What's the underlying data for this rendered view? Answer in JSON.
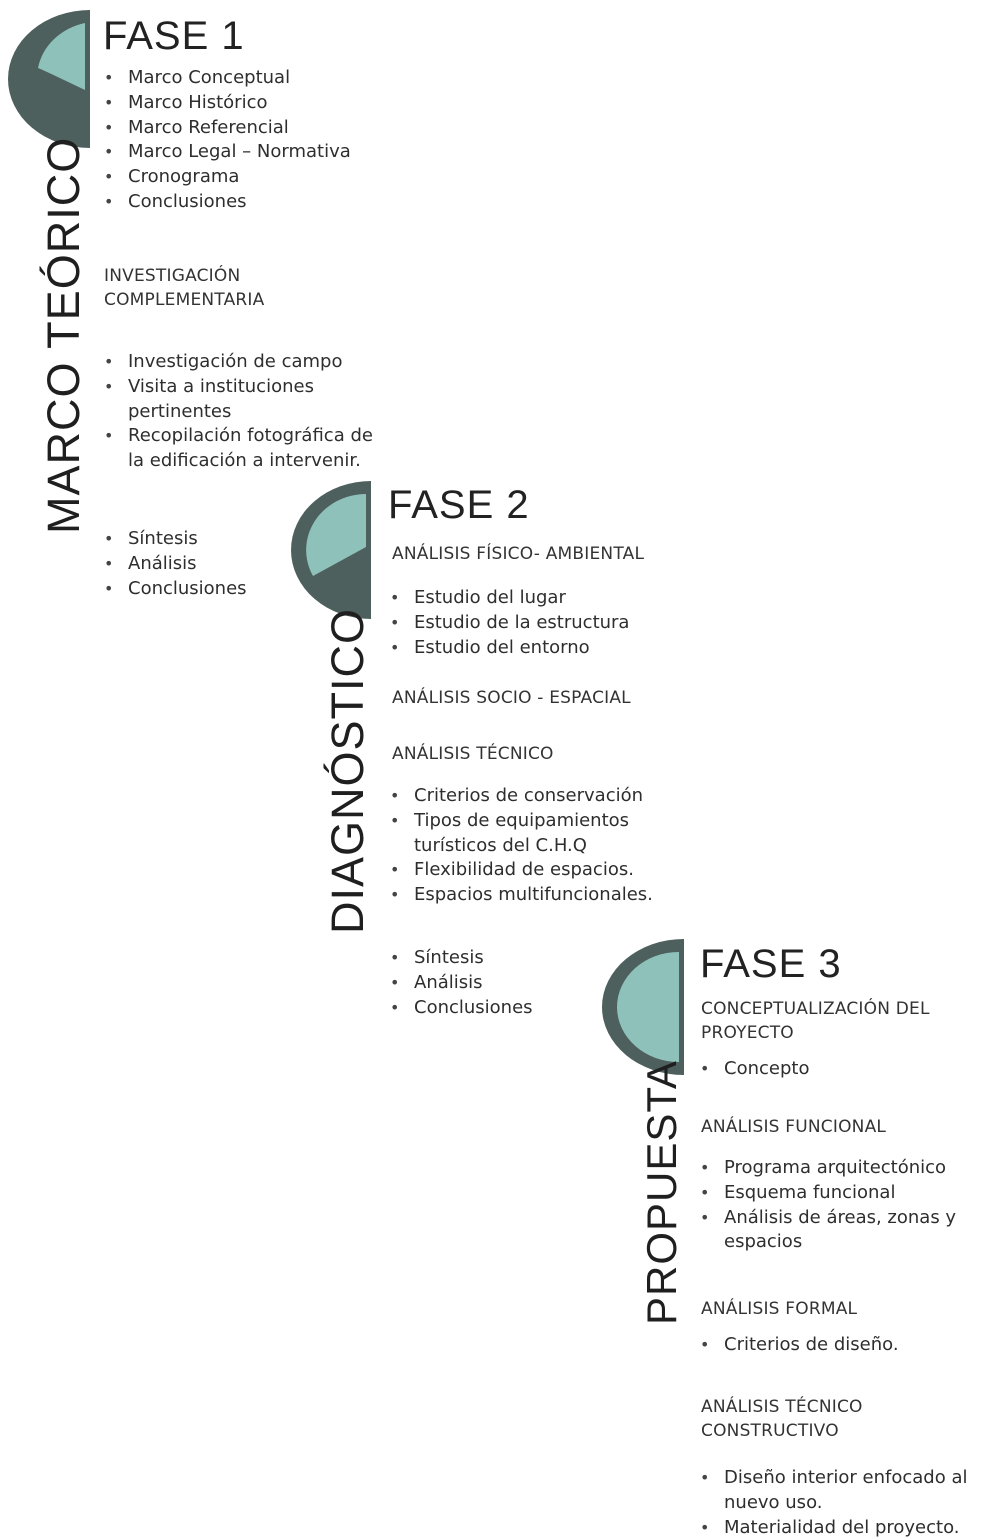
{
  "phases": [
    {
      "title": "FASE 1",
      "vertical_label": "MARCO TEÓRICO",
      "list1": [
        "Marco Conceptual",
        "Marco Histórico",
        "Marco Referencial",
        "Marco Legal – Normativa",
        "Cronograma",
        "Conclusiones"
      ],
      "section1": "INVESTIGACIÓN\nCOMPLEMENTARIA",
      "list2": [
        "Investigación de campo",
        "Visita a instituciones pertinentes",
        "Recopilación fotográfica de la edificación a intervenir."
      ],
      "list3": [
        "Síntesis",
        "Análisis",
        "Conclusiones"
      ]
    },
    {
      "title": "FASE 2",
      "vertical_label": "DIAGNÓSTICO",
      "section1": "ANÁLISIS FÍSICO- AMBIENTAL",
      "list1": [
        "Estudio del lugar",
        "Estudio de la estructura",
        "Estudio del entorno"
      ],
      "section2": "ANÁLISIS SOCIO - ESPACIAL",
      "section3": "ANÁLISIS TÉCNICO",
      "list2": [
        "Criterios de conservación",
        "Tipos de equipamientos turísticos del C.H.Q",
        "Flexibilidad de espacios.",
        "Espacios multifuncionales."
      ],
      "list3": [
        "Síntesis",
        "Análisis",
        "Conclusiones"
      ]
    },
    {
      "title": "FASE 3",
      "vertical_label": "PROPUESTA",
      "section1": "CONCEPTUALIZACIÓN DEL PROYECTO",
      "list1": [
        "Concepto"
      ],
      "section2": "ANÁLISIS FUNCIONAL",
      "list2": [
        "Programa arquitectónico",
        "Esquema funcional",
        "Análisis de áreas, zonas y espacios"
      ],
      "section3": "ANÁLISIS FORMAL",
      "list3": [
        "Criterios de diseño."
      ],
      "section4": "ANÁLISIS TÉCNICO CONSTRUCTIVO",
      "list4": [
        "Diseño interior enfocado al nuevo uso.",
        "Materialidad del proyecto."
      ]
    }
  ],
  "colors": {
    "dark": "#4d605e",
    "light": "#8fc1bb"
  },
  "icons": [
    "phase-1-progress-icon",
    "phase-2-progress-icon",
    "phase-3-progress-icon"
  ]
}
